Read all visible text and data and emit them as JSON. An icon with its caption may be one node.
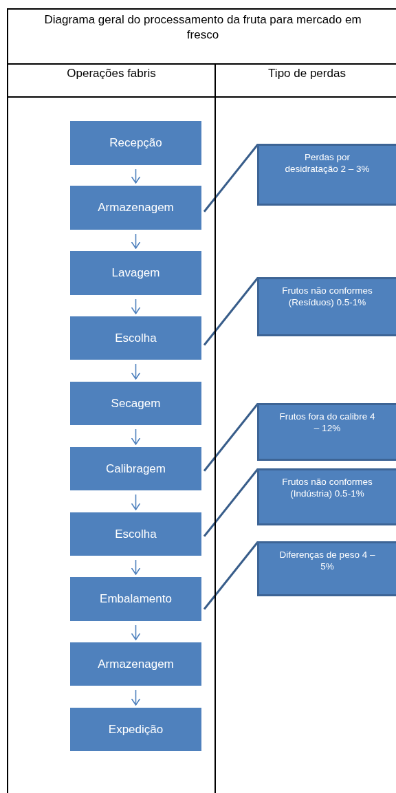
{
  "diagram": {
    "title": "Diagrama geral do processamento da fruta para mercado em fresco",
    "nodes": [
      {
        "text": [
          "Recepção"
        ]
      },
      {
        "text": [
          "Armazenagem"
        ]
      },
      {
        "text": [
          "Lavagem"
        ]
      },
      {
        "text": [
          "Escolha"
        ]
      },
      {
        "text": [
          "Secagem"
        ]
      },
      {
        "text": [
          "Calibragem"
        ]
      },
      {
        "text": [
          "Escolha"
        ]
      },
      {
        "text": [
          "Embalamento"
        ]
      },
      {
        "text": [
          "Armazenagem"
        ]
      },
      {
        "text": [
          "Expedição"
        ]
      },
      {
        "text": [
          "Perdas por desidratação 2 – 3%"
        ]
      },
      {
        "text": [
          "Frutos não conformes (Resíduos) 0.5-1%"
        ]
      },
      {
        "text": [
          "Frutos fora do calibre 4 – 12%"
        ]
      },
      {
        "text": [
          "Frutos não conformes (Indústria) 0.5-1%"
        ]
      },
      {
        "text": [
          "Diferenças de peso 4 – 5%"
        ]
      }
    ],
    "edges": [
      {
        "from": 0,
        "to": 1,
        "arrow": "to"
      },
      {
        "from": 1,
        "to": 2,
        "arrow": "to"
      },
      {
        "from": 2,
        "to": 3,
        "arrow": "to"
      },
      {
        "from": 3,
        "to": 4,
        "arrow": "to"
      },
      {
        "from": 4,
        "to": 5,
        "arrow": "to"
      },
      {
        "from": 5,
        "to": 6,
        "arrow": "to"
      },
      {
        "from": 6,
        "to": 7,
        "arrow": "to"
      },
      {
        "from": 7,
        "to": 8,
        "arrow": "to"
      },
      {
        "from": 8,
        "to": 9,
        "arrow": "to"
      },
      {
        "from": 1,
        "to": 10,
        "arrow": "none"
      },
      {
        "from": 3,
        "to": 11,
        "arrow": "none"
      },
      {
        "from": 5,
        "to": 12,
        "arrow": "none"
      },
      {
        "from": 6,
        "to": 13,
        "arrow": "none"
      },
      {
        "from": 7,
        "to": 14,
        "arrow": "none"
      }
    ],
    "labels": [
      "Operações fabris",
      "Tipo de perdas"
    ]
  }
}
